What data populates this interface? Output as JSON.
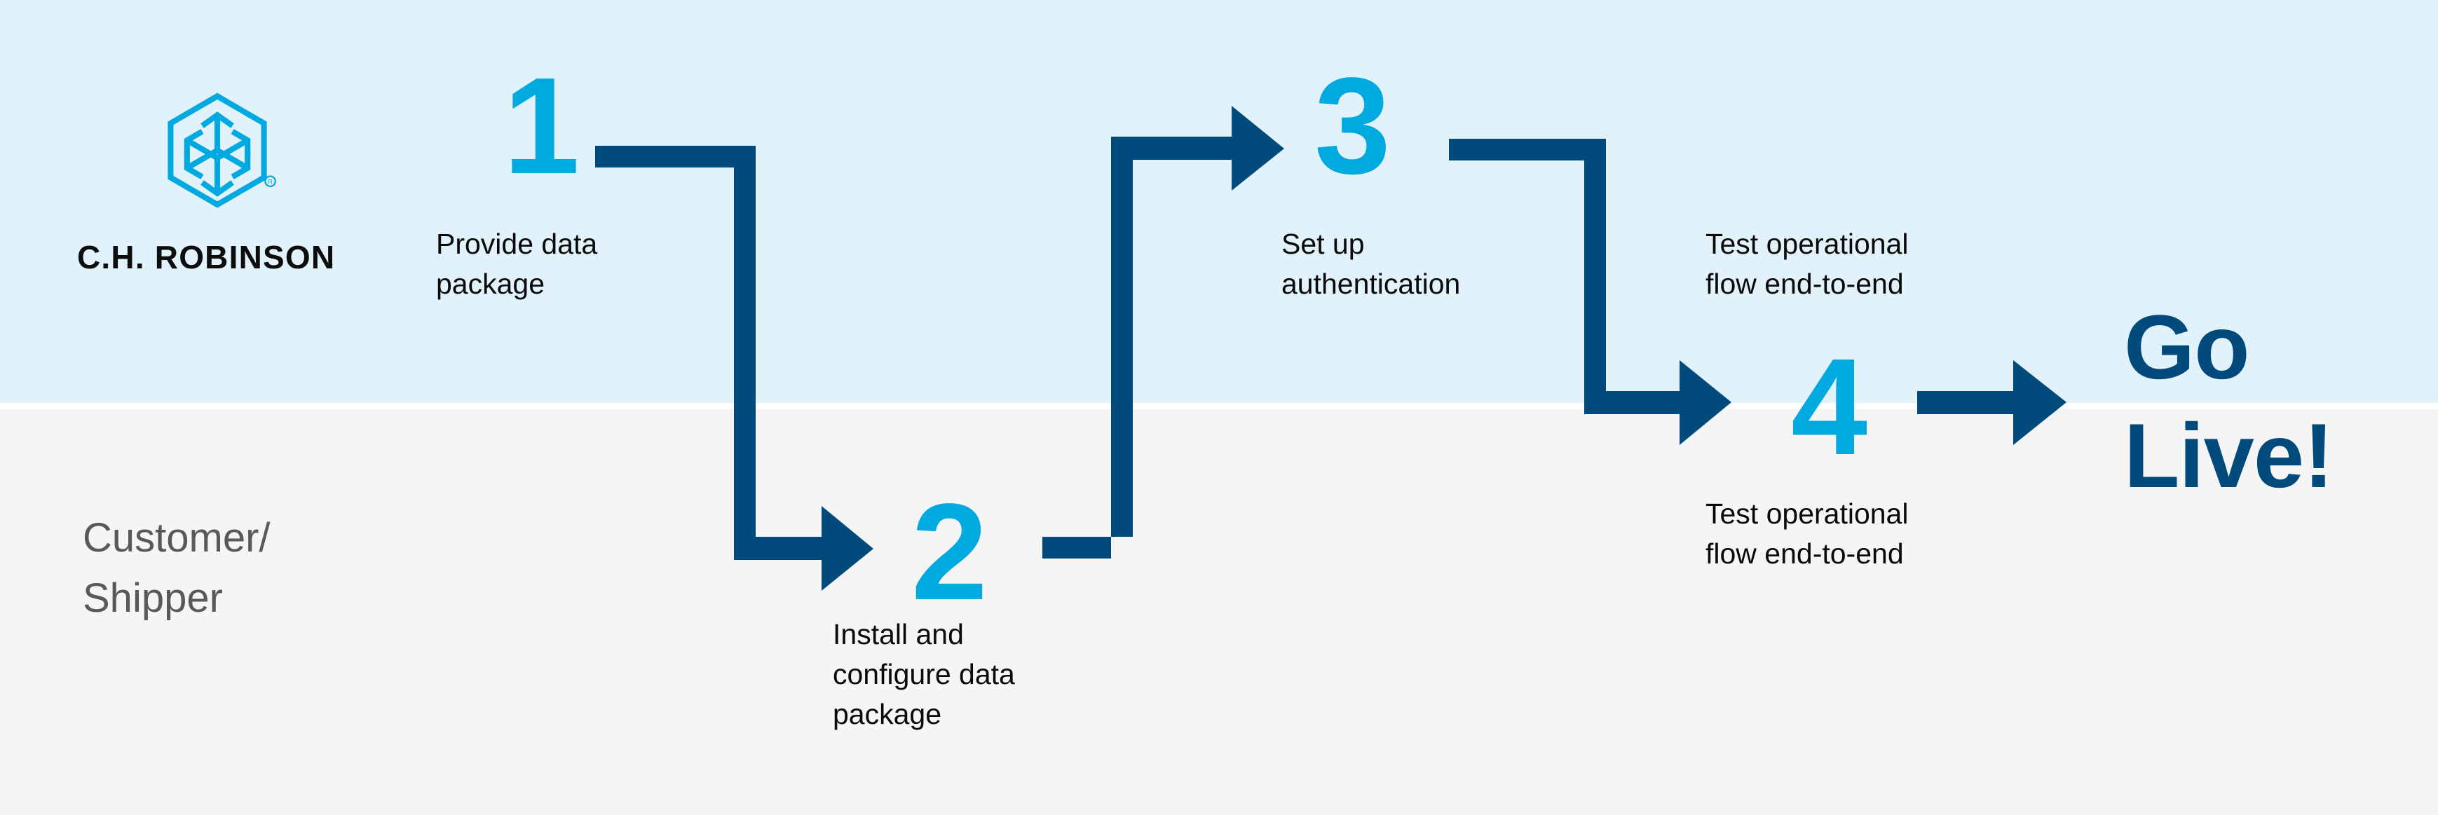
{
  "brand": {
    "logo_icon": "chr-hexagon-cube-arrows-logo",
    "wordmark": "C.H. ROBINSON",
    "registered_mark": "®",
    "colors": {
      "cyan": "#00a9e0",
      "navy": "#004b7c",
      "band_top": "#e2f2fb",
      "band_bottom": "#f5f5f5",
      "lane_label_gray": "#595959",
      "caption_black": "#0a0a0a"
    }
  },
  "lanes": {
    "top_label": "",
    "bottom_label": "Customer/\nShipper"
  },
  "steps": [
    {
      "number": "1",
      "caption": "Provide data\npackage",
      "lane": "top"
    },
    {
      "number": "2",
      "caption": "Install and\nconfigure data\npackage",
      "lane": "bottom"
    },
    {
      "number": "3",
      "caption": "Set up\nauthentication",
      "lane": "top"
    },
    {
      "number": "4",
      "caption": "Test operational\nflow end-to-end",
      "lane": "middle"
    }
  ],
  "extra_captions": {
    "after_step3": "Test operational\nflow end-to-end"
  },
  "outcome": {
    "label": "Go\nLive!"
  },
  "chart_data": {
    "type": "diagram",
    "title": "Customer/Shipper onboarding flow",
    "flow": [
      {
        "from": "1",
        "to": "2",
        "shape": "down-right-arrow"
      },
      {
        "from": "2",
        "to": "3",
        "shape": "up-right-arrow"
      },
      {
        "from": "3",
        "to": "4",
        "shape": "down-right-arrow"
      },
      {
        "from": "4",
        "to": "Go Live!",
        "shape": "right-arrow"
      }
    ]
  }
}
